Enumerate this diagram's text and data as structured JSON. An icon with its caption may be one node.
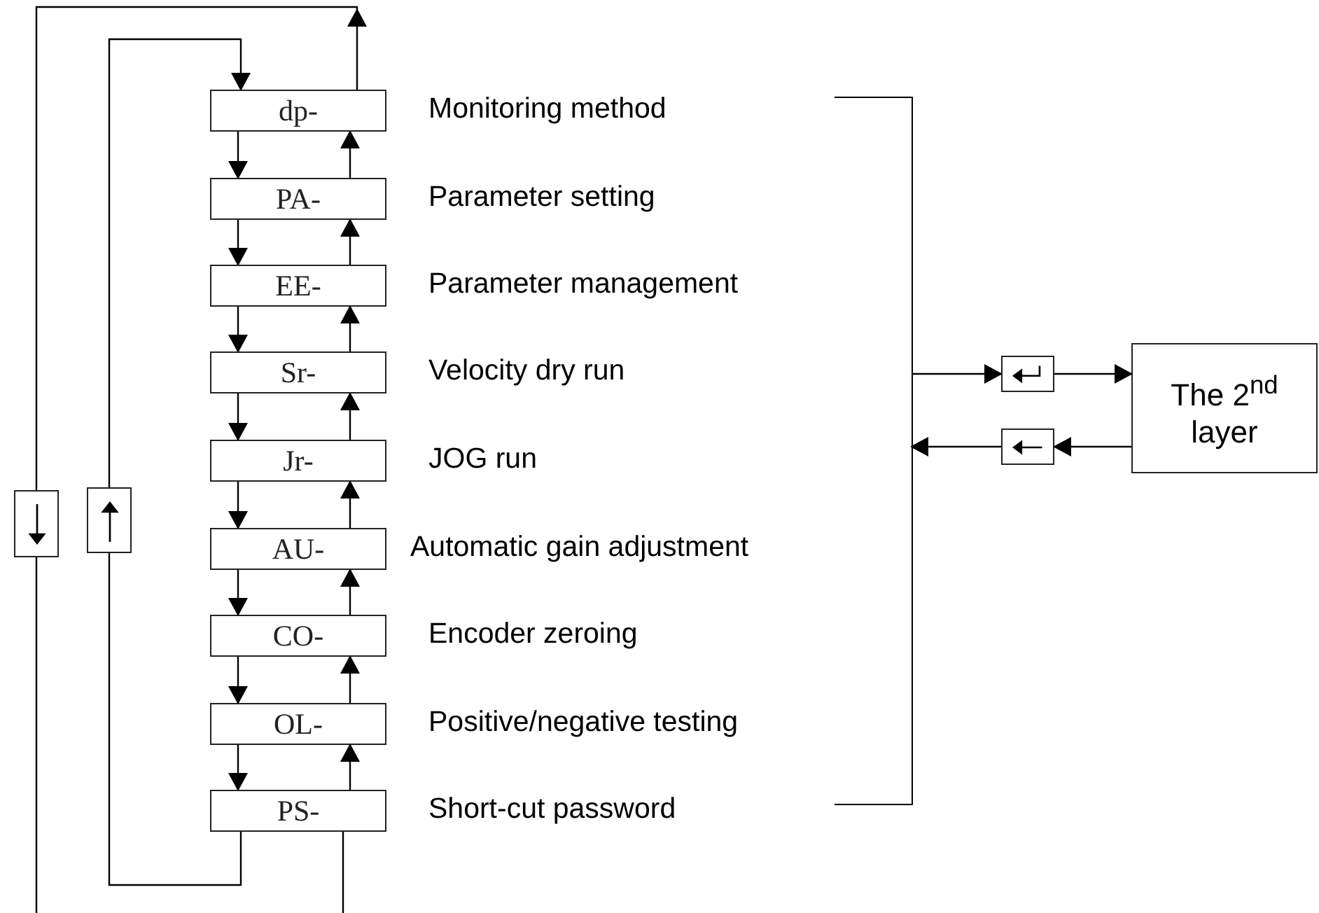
{
  "diagram": {
    "nodes": [
      {
        "text": [
          "dp-"
        ],
        "beside": [
          "Monitoring method"
        ]
      },
      {
        "text": [
          "PA-"
        ],
        "beside": [
          "Parameter setting"
        ]
      },
      {
        "text": [
          "EE-"
        ],
        "beside": [
          "Parameter management"
        ]
      },
      {
        "text": [
          "Sr-"
        ],
        "beside": [
          "Velocity dry run"
        ]
      },
      {
        "text": [
          "Jr-"
        ],
        "beside": [
          "JOG run"
        ]
      },
      {
        "text": [
          "AU-"
        ],
        "beside": [
          "Automatic gain adjustment"
        ]
      },
      {
        "text": [
          "CO-"
        ],
        "beside": [
          "Encoder zeroing"
        ]
      },
      {
        "text": [
          "OL-"
        ],
        "beside": [
          "Positive/negative testing"
        ]
      },
      {
        "text": [
          "PS-"
        ],
        "beside": [
          "Short-cut password"
        ]
      },
      {
        "text": [],
        "shape": "box"
      },
      {
        "text": [],
        "shape": "box"
      },
      {
        "text": [
          "The 2$^{nd}$ layer"
        ]
      },
      {
        "text": [],
        "shape": "box"
      },
      {
        "text": [],
        "shape": "box"
      },
      {
        "text": [],
        "shape": "bar"
      }
    ],
    "edges": [
      {
        "from": 0,
        "to": 1,
        "arrow": "to"
      },
      {
        "from": 1,
        "to": 2,
        "arrow": "to"
      },
      {
        "from": 2,
        "to": 3,
        "arrow": "to"
      },
      {
        "from": 3,
        "to": 4,
        "arrow": "to"
      },
      {
        "from": 4,
        "to": 5,
        "arrow": "to"
      },
      {
        "from": 5,
        "to": 6,
        "arrow": "to"
      },
      {
        "from": 6,
        "to": 7,
        "arrow": "to"
      },
      {
        "from": 7,
        "to": 8,
        "arrow": "to"
      },
      {
        "from": 1,
        "to": 0,
        "arrow": "to"
      },
      {
        "from": 2,
        "to": 1,
        "arrow": "to"
      },
      {
        "from": 3,
        "to": 2,
        "arrow": "to"
      },
      {
        "from": 4,
        "to": 3,
        "arrow": "to"
      },
      {
        "from": 5,
        "to": 4,
        "arrow": "to"
      },
      {
        "from": 6,
        "to": 5,
        "arrow": "to"
      },
      {
        "from": 7,
        "to": 6,
        "arrow": "to"
      },
      {
        "from": 8,
        "to": 7,
        "arrow": "to"
      },
      {
        "from": 0,
        "to": 12,
        "arrow": "to"
      },
      {
        "from": 12,
        "to": null,
        "arrow": "none"
      },
      {
        "from": 8,
        "to": null,
        "arrow": "none"
      },
      {
        "from": 8,
        "to": 13,
        "arrow": "none"
      },
      {
        "from": 13,
        "to": 0,
        "arrow": "to"
      },
      {
        "from": 14,
        "to": 9,
        "arrow": "to"
      },
      {
        "from": 9,
        "to": 11,
        "arrow": "to"
      },
      {
        "from": 11,
        "to": 10,
        "arrow": "to"
      },
      {
        "from": 10,
        "to": 14,
        "arrow": "to"
      }
    ]
  }
}
